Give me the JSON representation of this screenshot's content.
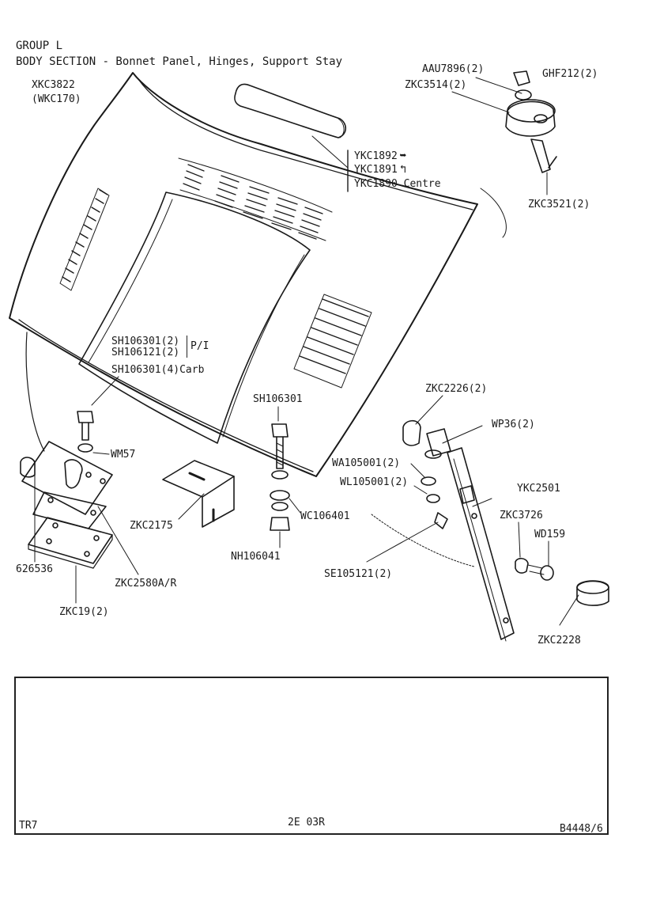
{
  "header": {
    "group": "GROUP L",
    "section": "BODY SECTION - Bonnet Panel, Hinges, Support Stay"
  },
  "labels": {
    "bonnet_part": "XKC3822",
    "bonnet_alt": "(WKC170)",
    "seal_right": "YKC1892",
    "seal_left": "YKC1891",
    "seal_centre": "YKC1890 Centre",
    "nut": "AAU7896(2)",
    "spacer": "ZKC3514(2)",
    "clip": "GHF212(2)",
    "buffer": "ZKC3521(2)",
    "screw_pi_1": "SH106301(2)",
    "screw_pi_2": "SH106121(2)",
    "pi_suffix": "P/I",
    "screw_carb": "SH106301(4)Carb",
    "washer_wm": "WM57",
    "hinge": "626536",
    "bracket": "ZKC2175",
    "hinge_plate": "ZKC2580A/R",
    "plate": "ZKC19(2)",
    "bolt": "SH106301",
    "washer_wc": "WC106401",
    "nut_nh": "NH106041",
    "grommet_top": "ZKC2226(2)",
    "washer_wp": "WP36(2)",
    "washer_wa": "WA105001(2)",
    "washer_wl": "WL105001(2)",
    "stay": "YKC2501",
    "screw_se": "SE105121(2)",
    "pivot": "ZKC3726",
    "washer_wd": "WD159",
    "grommet_bottom": "ZKC2228"
  },
  "icons": {
    "right_arrow": "right-turn-arrow-icon",
    "left_arrow": "left-turn-arrow-icon"
  },
  "footer": {
    "model": "TR7",
    "page_code": "2E 03R",
    "ref": "B4448/6"
  }
}
